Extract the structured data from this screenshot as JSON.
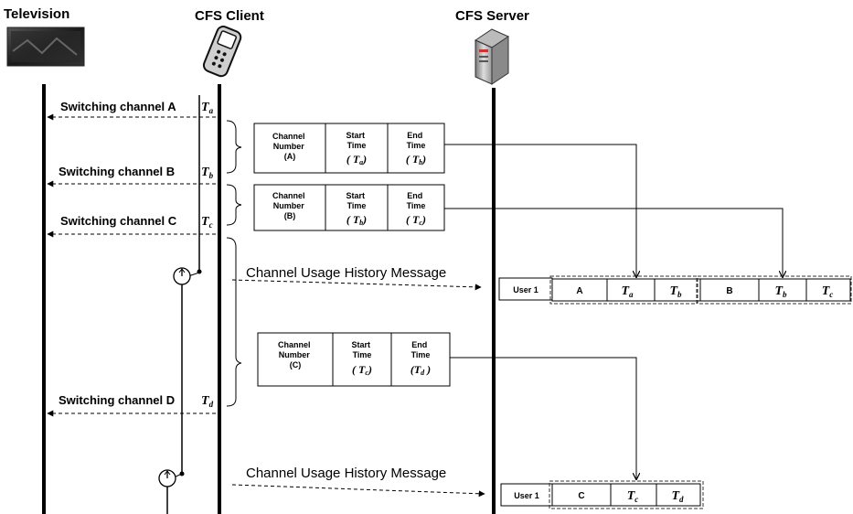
{
  "actors": {
    "television": "Television",
    "client": "CFS Client",
    "server": "CFS Server"
  },
  "events": [
    {
      "label": "Switching channel A",
      "time": "T",
      "sub": "a"
    },
    {
      "label": "Switching channel B",
      "time": "T",
      "sub": "b"
    },
    {
      "label": "Switching channel C",
      "time": "T",
      "sub": "c"
    },
    {
      "label": "Switching channel D",
      "time": "T",
      "sub": "d"
    }
  ],
  "records": [
    {
      "channel": [
        "Channel",
        "Number",
        "(A)"
      ],
      "start": [
        "Start",
        "Time"
      ],
      "start_t": "a",
      "end": [
        "End",
        "Time"
      ],
      "end_t": "b"
    },
    {
      "channel": [
        "Channel",
        "Number",
        "(B)"
      ],
      "start": [
        "Start",
        "Time"
      ],
      "start_t": "b",
      "end": [
        "End",
        "Time"
      ],
      "end_t": "c"
    },
    {
      "channel": [
        "Channel",
        "Number",
        "(C)"
      ],
      "start": [
        "Start",
        "Time"
      ],
      "start_t": "c",
      "end": [
        "End",
        "Time"
      ],
      "end_t": "d"
    }
  ],
  "messages": [
    {
      "label": "Channel Usage History Message"
    },
    {
      "label": "Channel Usage History Message"
    }
  ],
  "server_rows": [
    {
      "user": "User 1",
      "cells": [
        {
          "kind": "text",
          "v": "A"
        },
        {
          "kind": "t",
          "v": "a"
        },
        {
          "kind": "t",
          "v": "b"
        },
        {
          "kind": "text",
          "v": "B"
        },
        {
          "kind": "t",
          "v": "b"
        },
        {
          "kind": "t",
          "v": "c"
        }
      ]
    },
    {
      "user": "User 1",
      "cells": [
        {
          "kind": "text",
          "v": "C"
        },
        {
          "kind": "t",
          "v": "c"
        },
        {
          "kind": "t",
          "v": "d"
        }
      ]
    }
  ],
  "icons": {
    "television": "television-icon",
    "client": "mobile-phone-icon",
    "server": "server-tower-icon",
    "timer": "timer-icon"
  }
}
